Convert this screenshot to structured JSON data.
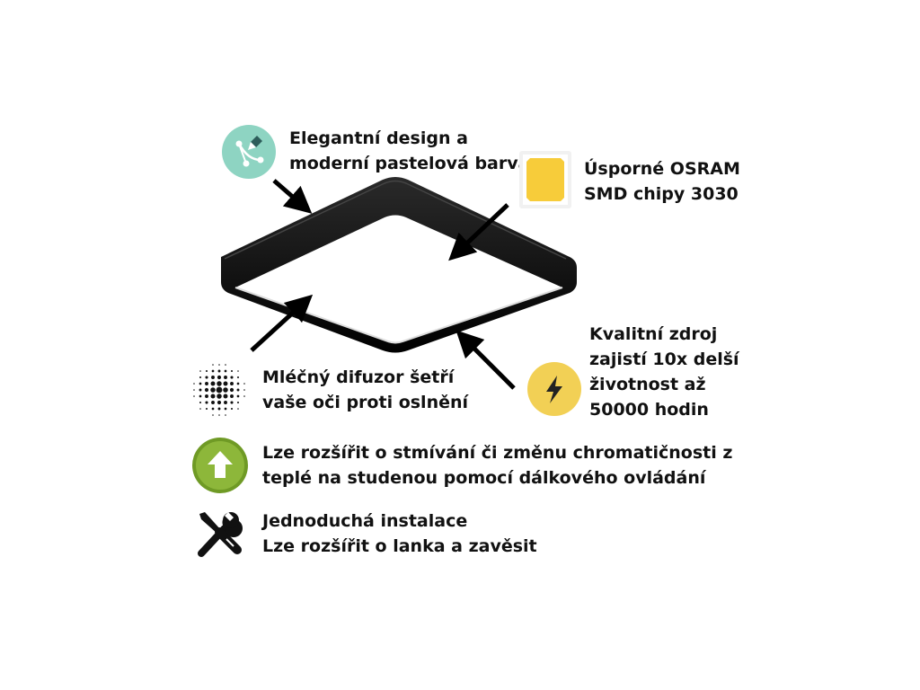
{
  "features": {
    "design": {
      "lines": [
        "Elegantní design a",
        "moderní pastelová barva"
      ],
      "icon": "design-pen-icon",
      "icon_color": "#8ed4c2"
    },
    "chips": {
      "lines": [
        "Úsporné OSRAM",
        "SMD chipy 3030"
      ],
      "icon": "smd-chip-icon",
      "icon_color": "#f7cc3a"
    },
    "power": {
      "lines": [
        "Kvalitní zdroj",
        "zajistí 10x delší",
        "životnost až",
        "50000 hodin"
      ],
      "icon": "lightning-icon",
      "icon_color": "#f2d055"
    },
    "diffuser": {
      "lines": [
        "Mléčný difuzor šetří",
        "vaše oči proti oslnění"
      ],
      "icon": "dot-grid-icon"
    },
    "dimming": {
      "lines": [
        "Lze rozšířit o stmívání či změnu chromatičnosti z",
        "teplé na studenou pomocí dálkového ovládání"
      ],
      "icon": "upgrade-arrow-icon",
      "icon_color": "#8db73a"
    },
    "install": {
      "lines": [
        "Jednoduchá instalace",
        "Lze rozšířit o lanka a zavěsit"
      ],
      "icon": "wrench-screwdriver-icon"
    }
  },
  "product": {
    "frame_color": "#111111",
    "diffuser_color": "#ffffff"
  }
}
